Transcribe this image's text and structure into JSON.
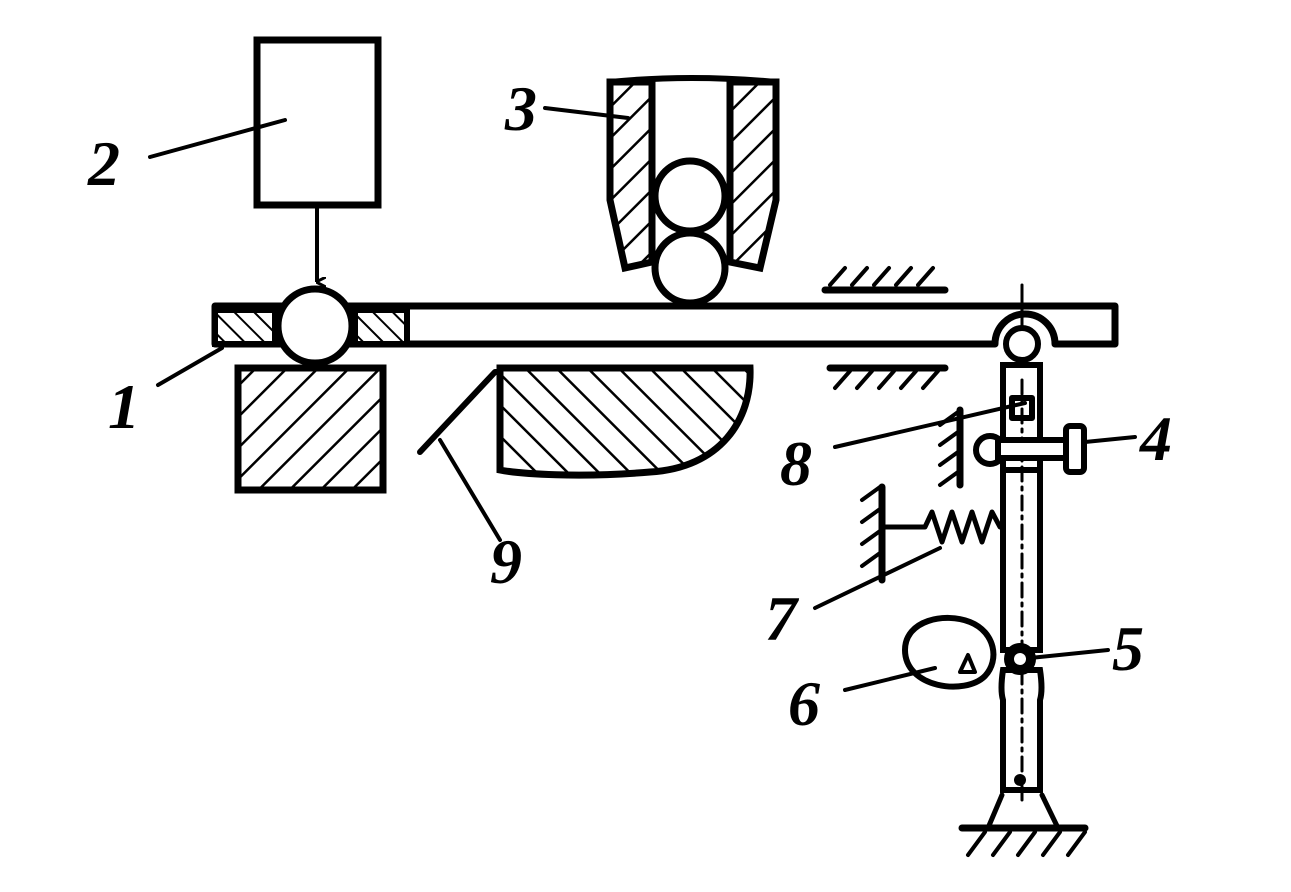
{
  "labels": {
    "part_1": "1",
    "part_2": "2",
    "part_3": "3",
    "part_4": "4",
    "part_5": "5",
    "part_6": "6",
    "part_7": "7",
    "part_8": "8",
    "part_9": "9"
  },
  "colors": {
    "ink": "#000000",
    "paper": "#ffffff"
  }
}
